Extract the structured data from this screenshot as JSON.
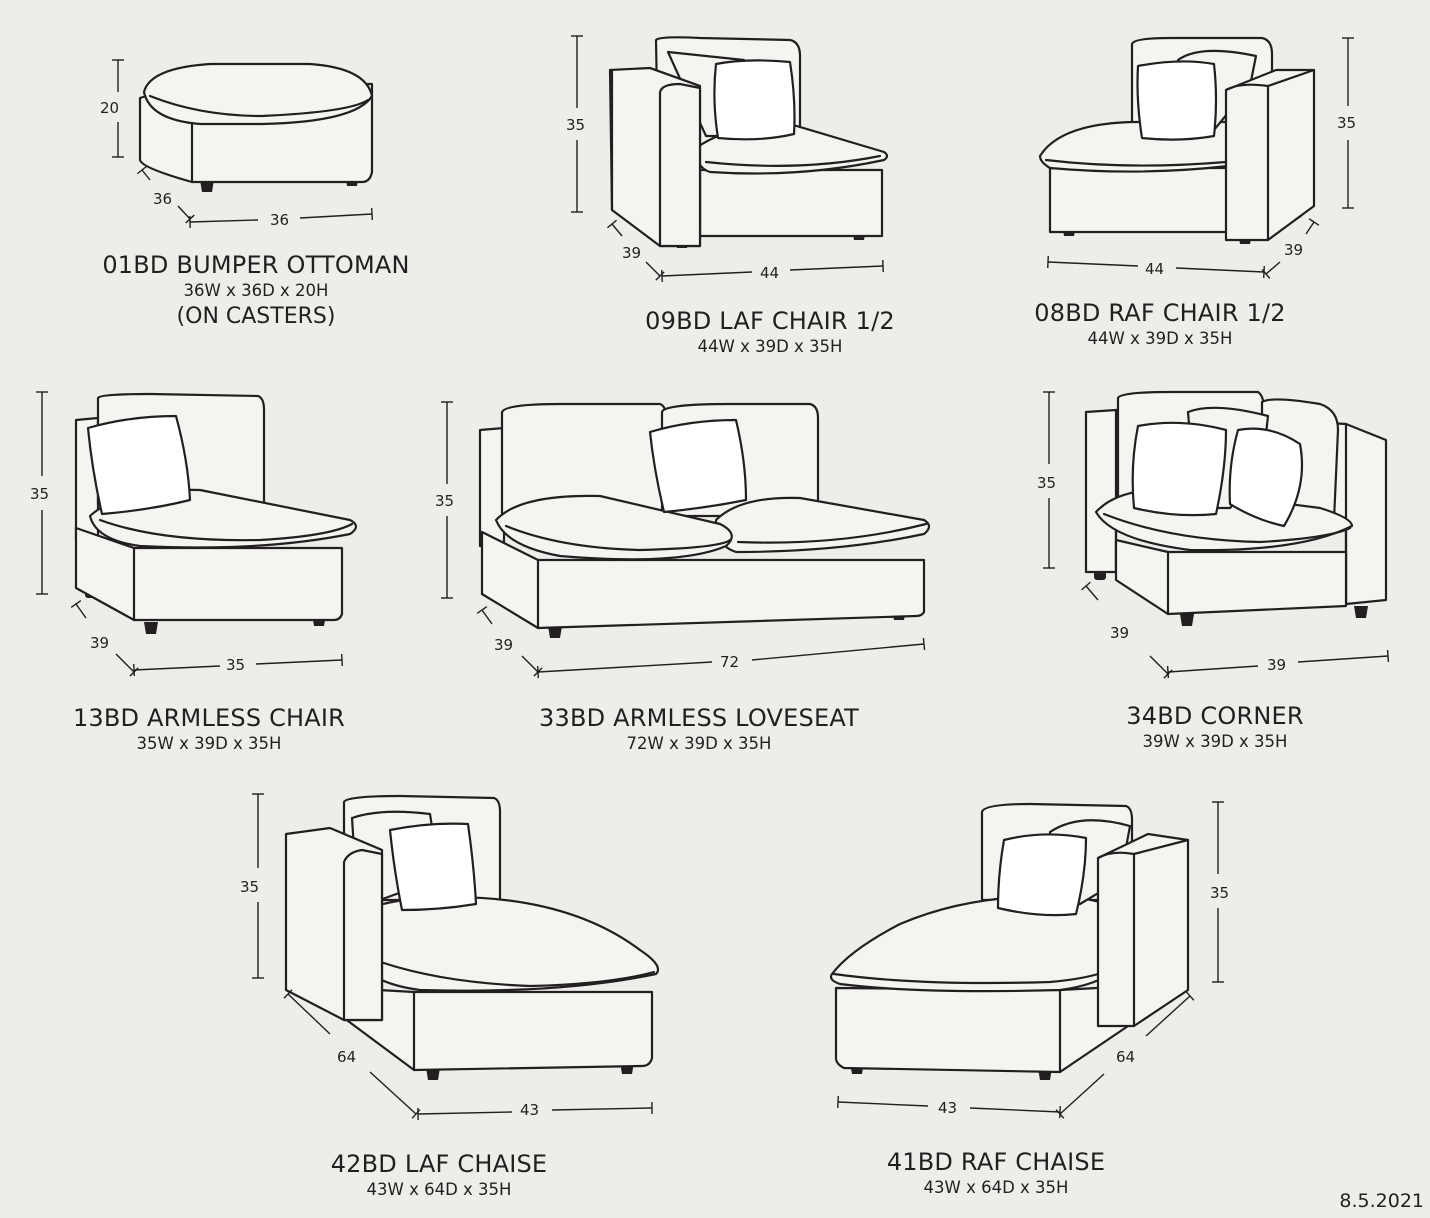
{
  "items": [
    {
      "code_name": "01BD BUMPER OTTOMAN",
      "spec": "36W x 36D x 20H",
      "note": "(ON CASTERS)",
      "dims": {
        "height": "20",
        "depth": "36",
        "width": "36"
      }
    },
    {
      "code_name": "09BD LAF CHAIR 1/2",
      "spec": "44W x 39D x 35H",
      "dims": {
        "height": "35",
        "depth": "39",
        "width": "44"
      }
    },
    {
      "code_name": "08BD RAF CHAIR 1/2",
      "spec": "44W x 39D x 35H",
      "dims": {
        "height": "35",
        "depth": "39",
        "width": "44"
      }
    },
    {
      "code_name": "13BD ARMLESS CHAIR",
      "spec": "35W x 39D x 35H",
      "dims": {
        "height": "35",
        "depth": "39",
        "width": "35"
      }
    },
    {
      "code_name": "33BD ARMLESS LOVESEAT",
      "spec": "72W x 39D x 35H",
      "dims": {
        "height": "35",
        "depth": "39",
        "width": "72"
      }
    },
    {
      "code_name": "34BD CORNER",
      "spec": "39W x 39D x 35H",
      "dims": {
        "height": "35",
        "depth": "39",
        "width": "39"
      }
    },
    {
      "code_name": "42BD LAF CHAISE",
      "spec": "43W x 64D x 35H",
      "dims": {
        "height": "35",
        "depth": "64",
        "width": "43"
      }
    },
    {
      "code_name": "41BD RAF CHAISE",
      "spec": "43W x 64D x 35H",
      "dims": {
        "height": "35",
        "depth": "64",
        "width": "43"
      }
    }
  ],
  "date": "8.5.2021",
  "colors": {
    "background": "#ededea",
    "line": "#231f20",
    "upholstery": "#f4f4f1",
    "pillow": "#ffffff"
  }
}
